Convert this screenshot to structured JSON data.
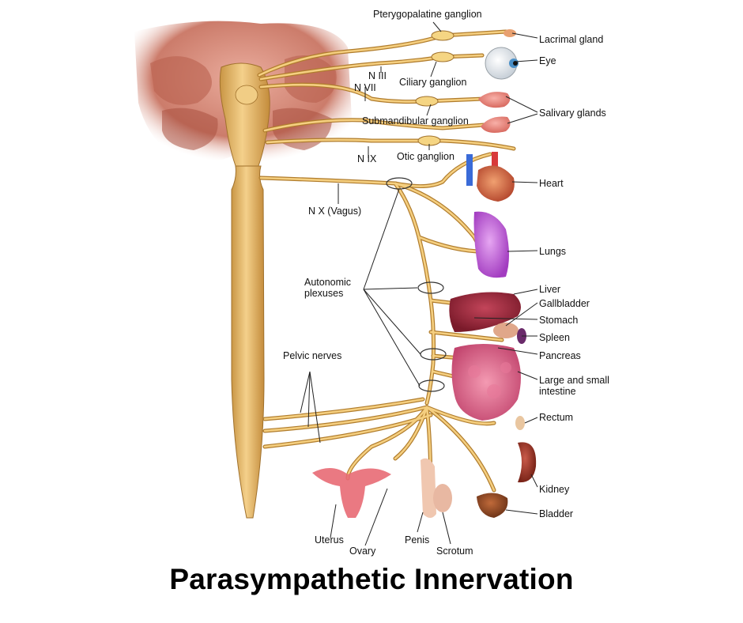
{
  "title": "Parasympathetic Innervation",
  "colors": {
    "nerve": "#f2c46d",
    "nerve_outline": "#b07c2c",
    "spinal_cord": "#e2b768",
    "brain": "#d88a7a",
    "leader": "#222222"
  },
  "labels": {
    "pterygopalatine": "Pterygopalatine ganglion",
    "lacrimal": "Lacrimal gland",
    "eye": "Eye",
    "n3": "N III",
    "n7": "N VII",
    "ciliary": "Ciliary ganglion",
    "salivary": "Salivary glands",
    "submandibular": "Submandibular ganglion",
    "n9": "N IX",
    "otic": "Otic ganglion",
    "heart": "Heart",
    "vagus": "N X (Vagus)",
    "lungs": "Lungs",
    "autonomic": "Autonomic plexuses",
    "liver": "Liver",
    "gallbladder": "Gallbladder",
    "stomach": "Stomach",
    "spleen": "Spleen",
    "pelvic": "Pelvic nerves",
    "pancreas": "Pancreas",
    "intestine": "Large and small intestine",
    "rectum": "Rectum",
    "kidney": "Kidney",
    "bladder": "Bladder",
    "uterus": "Uterus",
    "ovary": "Ovary",
    "penis": "Penis",
    "scrotum": "Scrotum"
  }
}
